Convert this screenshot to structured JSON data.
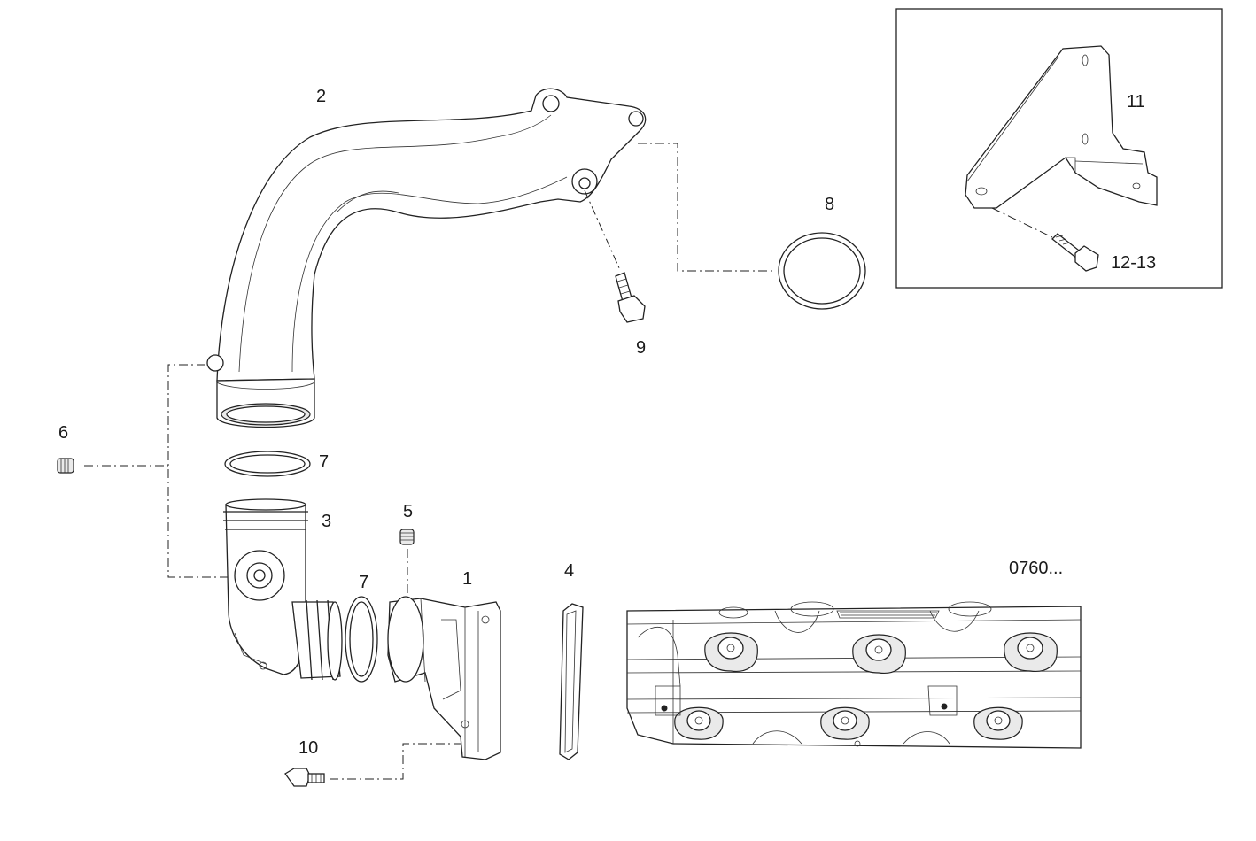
{
  "callouts": {
    "p1": "1",
    "p2": "2",
    "p3": "3",
    "p4": "4",
    "p5": "5",
    "p6": "6",
    "p7a": "7",
    "p7b": "7",
    "p8": "8",
    "p9": "9",
    "p10": "10",
    "p11": "11",
    "p12_13": "12-13"
  },
  "drawing_ref": "0760..."
}
